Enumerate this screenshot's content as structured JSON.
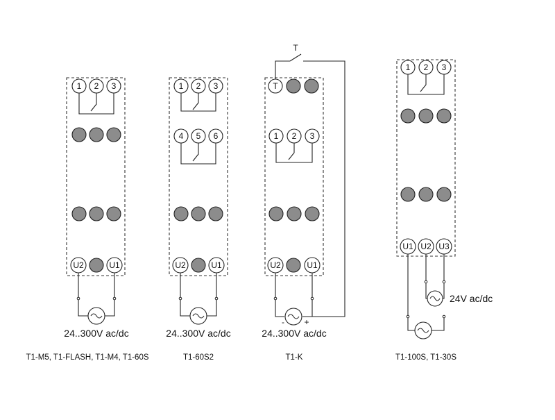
{
  "diagrams": [
    {
      "model": "T1-M5, T1-FLASH, T1-M4, T1-60S",
      "top_terminals": [
        "1",
        "2",
        "3"
      ],
      "bottom_terminals": [
        "U2",
        "",
        "U1"
      ],
      "supply": "24..300V ac/dc"
    },
    {
      "model": "T1-60S2",
      "top_terminals": [
        "1",
        "2",
        "3"
      ],
      "second_terminals": [
        "4",
        "5",
        "6"
      ],
      "bottom_terminals": [
        "U2",
        "",
        "U1"
      ],
      "supply": "24..300V ac/dc"
    },
    {
      "model": "T1-K",
      "trigger_terminal": "T",
      "switch_label": "T",
      "top_terminals": [
        "1",
        "2",
        "3"
      ],
      "bottom_terminals": [
        "U2",
        "",
        "U1"
      ],
      "supply": "24..300V ac/dc",
      "polarity_minus": "-",
      "polarity_plus": "+"
    },
    {
      "model": "T1-100S, T1-30S",
      "top_terminals": [
        "1",
        "2",
        "3"
      ],
      "bottom_terminals": [
        "U1",
        "U2",
        "U3"
      ],
      "supply": "24V ac/dc"
    }
  ],
  "icons": {
    "ac_source": "ac-source-icon"
  }
}
